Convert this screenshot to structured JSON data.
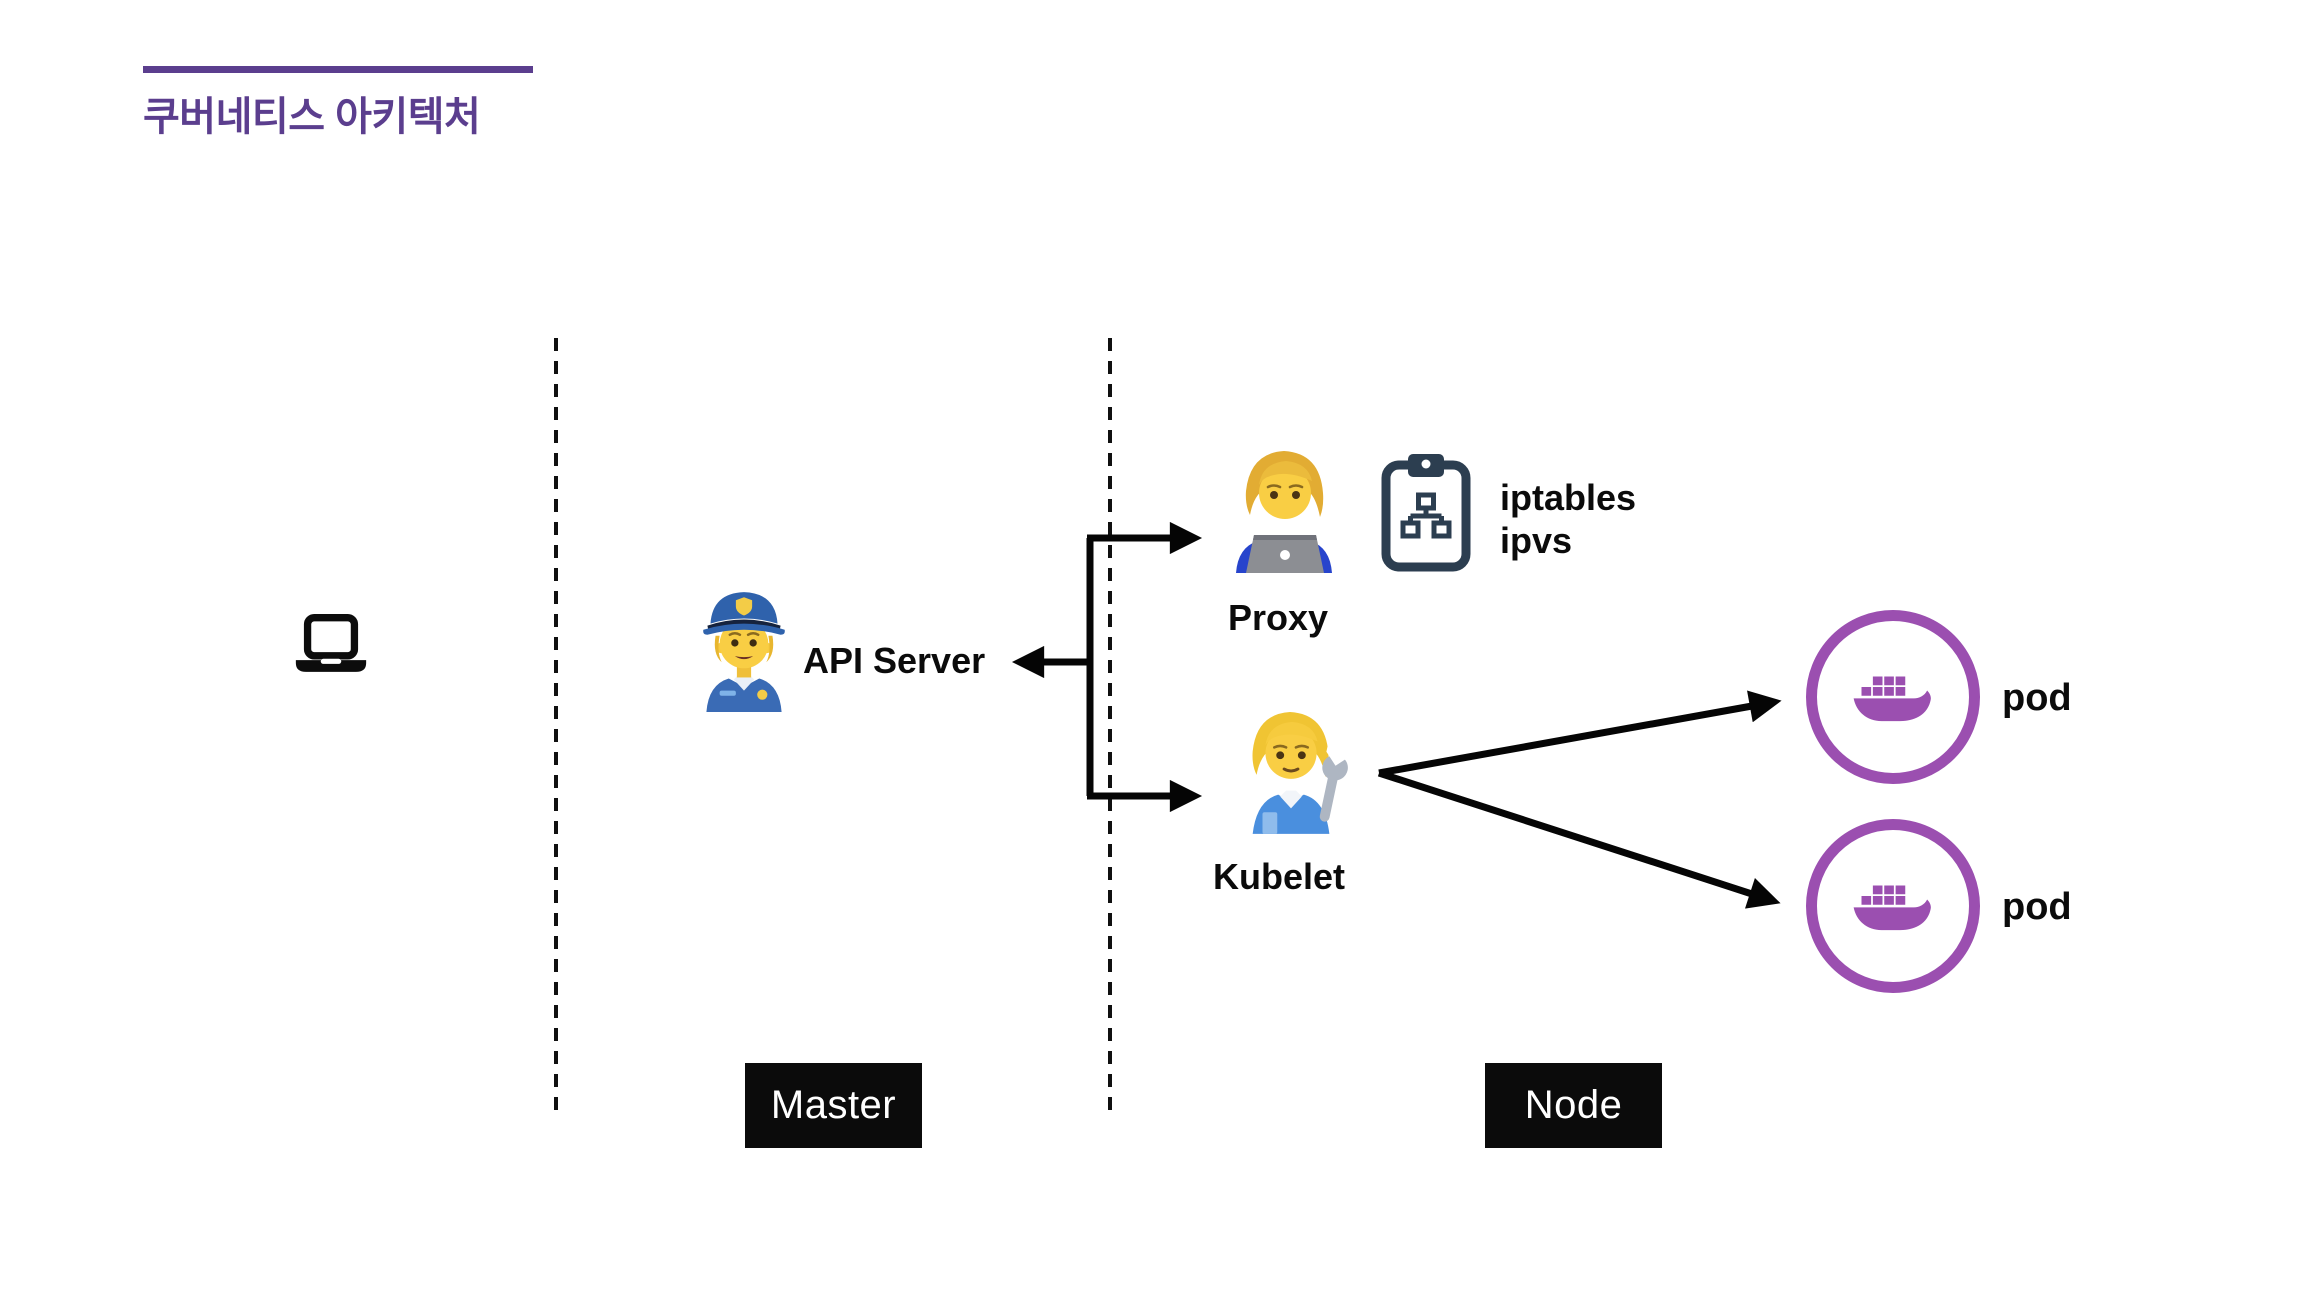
{
  "title": "쿠버네티스 아키텍처",
  "colors": {
    "accent_purple": "#5B3E8E",
    "pod_purple": "#9B4FB0",
    "clipboard_navy": "#2C3E50",
    "zone_box_black": "#0B0B0B",
    "line_black": "#050505"
  },
  "icons": {
    "client": "laptop-icon",
    "api_server": "police-officer-emoji",
    "proxy": "technologist-emoji",
    "kubelet": "mechanic-emoji",
    "proxy_rules": "clipboard-sitemap-icon",
    "pod": "docker-whale-icon"
  },
  "nodes": {
    "api_server": {
      "label": "API Server"
    },
    "proxy": {
      "label": "Proxy",
      "rules": [
        "iptables",
        "ipvs"
      ]
    },
    "kubelet": {
      "label": "Kubelet"
    },
    "pods": [
      {
        "label": "pod"
      },
      {
        "label": "pod"
      }
    ]
  },
  "zones": {
    "master": {
      "label": "Master"
    },
    "node": {
      "label": "Node"
    }
  }
}
